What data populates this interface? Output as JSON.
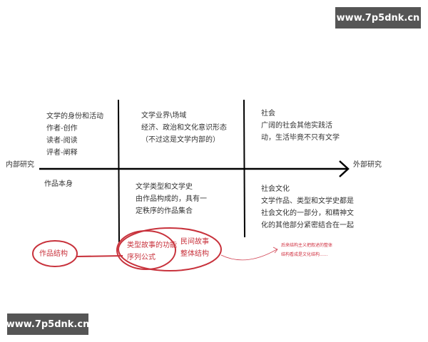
{
  "watermark": {
    "text": "www.7p5dnk.cn"
  },
  "axis": {
    "left_label": "内部研究",
    "right_label": "外部研究"
  },
  "quadrants": {
    "inner_top": [
      "文学的身份和活动",
      "作者-创作",
      "读者-阅读",
      "评者-阐释"
    ],
    "inner_bottom": [
      "作品本身"
    ],
    "middle_top": [
      "文学业界\\场域",
      "经济、政治和文化意识形态",
      "（不过这是文学内部的）"
    ],
    "middle_bottom": [
      "文学类型和文学史",
      "由作品构成的，具有一",
      "定秩序的作品集合"
    ],
    "outer_top": [
      "社会",
      "广阔的社会其他实践活",
      "动，生活毕竟不只有文学"
    ],
    "outer_bottom": [
      "社会文化",
      "文学作品、类型和文学史都是",
      "社会文化的一部分，和精神文",
      "化的其他部分紧密结合在一起"
    ]
  },
  "annotations": {
    "work_structure": "作品结构",
    "genre_function": [
      "类型故事的功能",
      "序列公式"
    ],
    "folk_story": [
      "民间故事",
      "整体结构"
    ],
    "note": [
      "后来结构主义把叙述的整体",
      "结构看成是文化结构......"
    ]
  },
  "colors": {
    "axis": "#000000",
    "annotation": "#c8323c",
    "watermark_bg": "#555555"
  }
}
